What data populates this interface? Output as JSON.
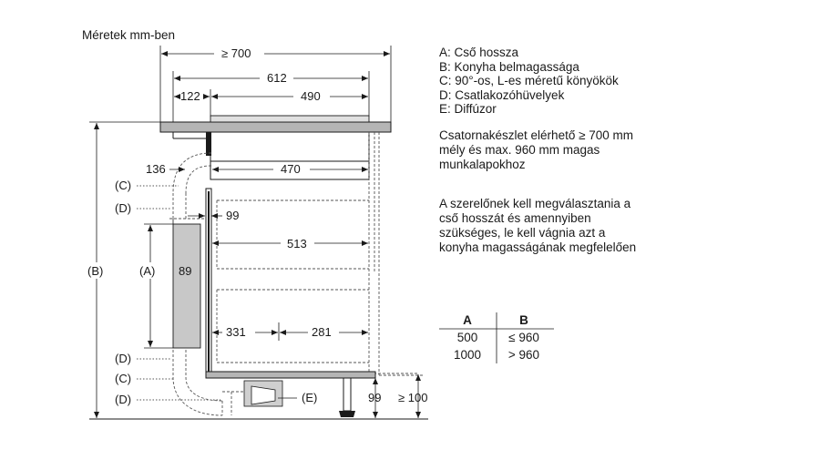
{
  "title": "Méretek mm-ben",
  "legend": [
    {
      "key": "A",
      "text": "A: Cső hossza"
    },
    {
      "key": "B",
      "text": "B: Konyha belmagassága"
    },
    {
      "key": "C",
      "text": "C: 90°-os, L-es méretű könyökök"
    },
    {
      "key": "D",
      "text": "D: Csatlakozóhüvelyek"
    },
    {
      "key": "E",
      "text": "E: Diffúzor"
    }
  ],
  "note1": [
    "Csatornakészlet elérhető ≥ 700 mm",
    "mély és max. 960 mm magas",
    "munkalapokhoz"
  ],
  "note2": [
    "A szerelőnek kell megválasztania a",
    "cső hosszát és amennyiben",
    "szükséges, le kell vágnia azt a",
    "konyha magasságának megfelelően"
  ],
  "table": {
    "headers": [
      "A",
      "B"
    ],
    "rows": [
      [
        "500",
        "≤ 960"
      ],
      [
        "1000",
        "> 960"
      ]
    ]
  },
  "dims": {
    "d700": "≥ 700",
    "d612": "612",
    "d122": "122",
    "d490": "490",
    "d136": "136",
    "d470": "470",
    "d99a": "99",
    "d513": "513",
    "d89": "89",
    "d331": "331",
    "d281": "281",
    "d99b": "99",
    "d100": "≥ 100"
  },
  "labels": {
    "c1": "(C)",
    "d1": "(D)",
    "a": "(A)",
    "b": "(B)",
    "d2": "(D)",
    "c2": "(C)",
    "d3": "(D)",
    "e": "(E)"
  }
}
